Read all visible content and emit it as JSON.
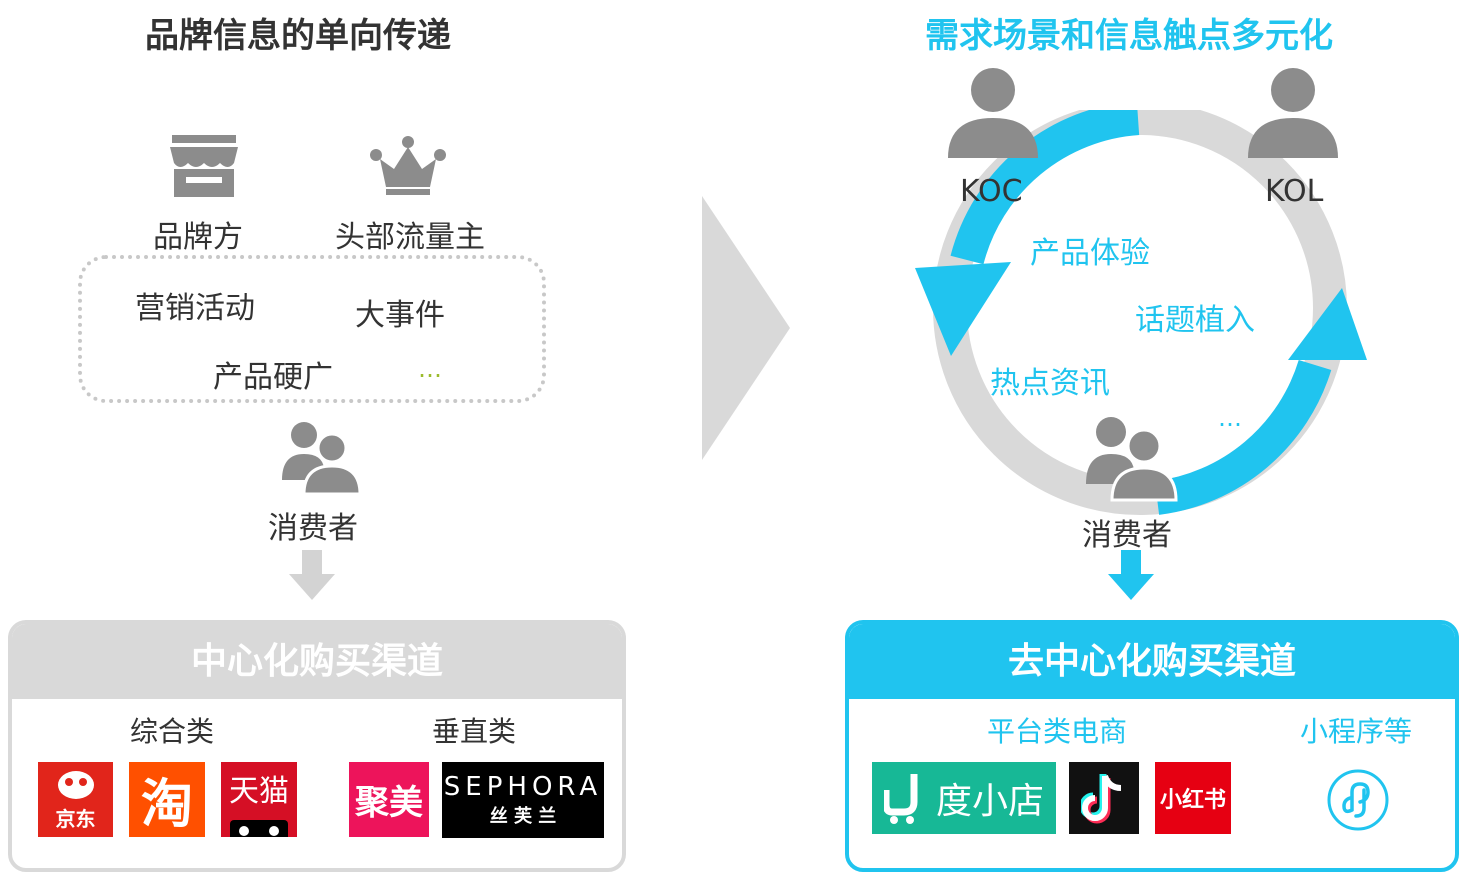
{
  "left": {
    "title": "品牌信息的单向传递",
    "sources": [
      "品牌方",
      "头部流量主"
    ],
    "activities": [
      "营销活动",
      "大事件",
      "产品硬广",
      "…"
    ],
    "consumer": "消费者",
    "channel": {
      "heading": "中心化购买渠道",
      "groups": [
        "综合类",
        "垂直类"
      ],
      "logos": {
        "jd": "京东",
        "taobao": "淘",
        "tmall": "天猫",
        "jumei": "聚美",
        "sephora_en": "SEPHORA",
        "sephora_cn": "丝 芙 兰"
      }
    }
  },
  "right": {
    "title": "需求场景和信息触点多元化",
    "koc": "KOC",
    "kol": "KOL",
    "touchpoints": [
      "产品体验",
      "话题植入",
      "热点资讯",
      "…"
    ],
    "consumer": "消费者",
    "channel": {
      "heading": "去中心化购买渠道",
      "groups": [
        "平台类电商",
        "小程序等"
      ],
      "logos": {
        "duxiaodian": "度小店",
        "xiaohongshu": "小红书"
      }
    }
  },
  "colors": {
    "accent": "#20c4ef",
    "gray_icon": "#8c8c8c",
    "gray_light": "#d9d9d9"
  }
}
